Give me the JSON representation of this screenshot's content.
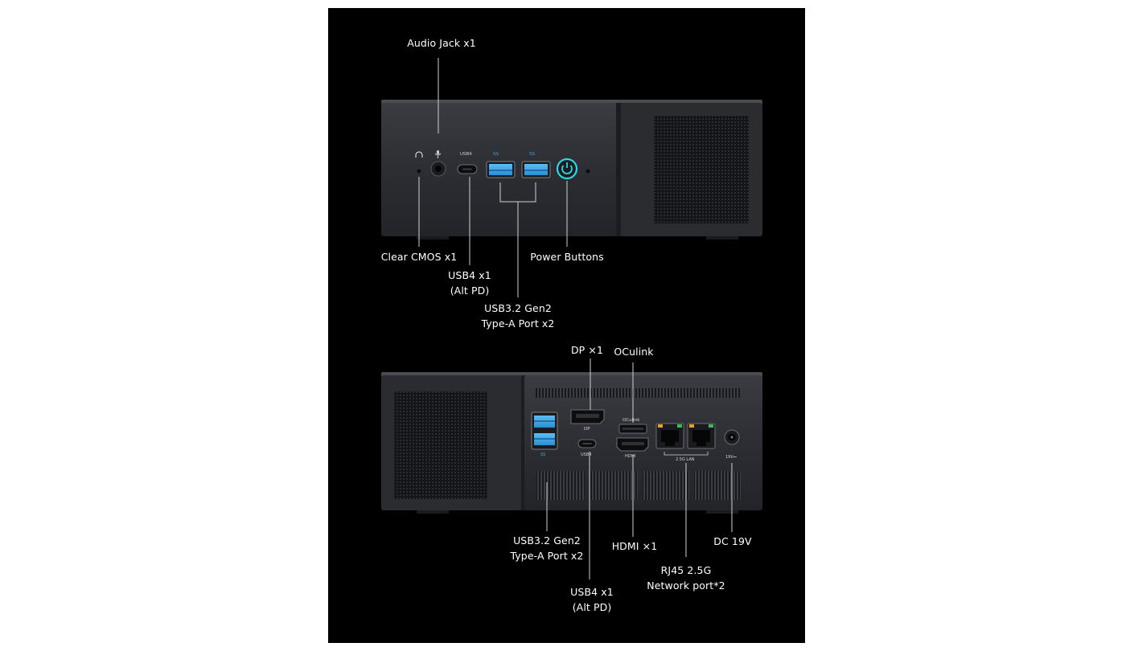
{
  "colors": {
    "background": "#000000",
    "device_body": "#2b2d31",
    "accent_usb3": "#3aa7e6",
    "power_ring": "#2fd5e0"
  },
  "front": {
    "labels": {
      "audio_jack": "Audio Jack x1",
      "clear_cmos": "Clear CMOS x1",
      "usb4_line1": "USB4 x1",
      "usb4_line2": "(Alt PD)",
      "power": "Power Buttons",
      "usb32_line1": "USB3.2 Gen2",
      "usb32_line2": "Type-A Port x2"
    },
    "silkscreen": {
      "usb4": "USB4",
      "ss1": "SS",
      "ss2": "SS"
    }
  },
  "rear": {
    "labels": {
      "dp": "DP ×1",
      "oculink": "OCulink",
      "usb32_line1": "USB3.2 Gen2",
      "usb32_line2": "Type-A Port x2",
      "hdmi": "HDMI ×1",
      "dc": "DC 19V",
      "usb4_line1": "USB4 x1",
      "usb4_line2": "(Alt PD)",
      "rj45_line1": "RJ45 2.5G",
      "rj45_line2": "Network port*2"
    },
    "silkscreen": {
      "dp": "DP",
      "oculink": "OCulink",
      "usb4": "USB4",
      "hdmi": "HDMI",
      "lan": "2.5G LAN",
      "dc": "19V⎓",
      "ss": "SS"
    }
  }
}
